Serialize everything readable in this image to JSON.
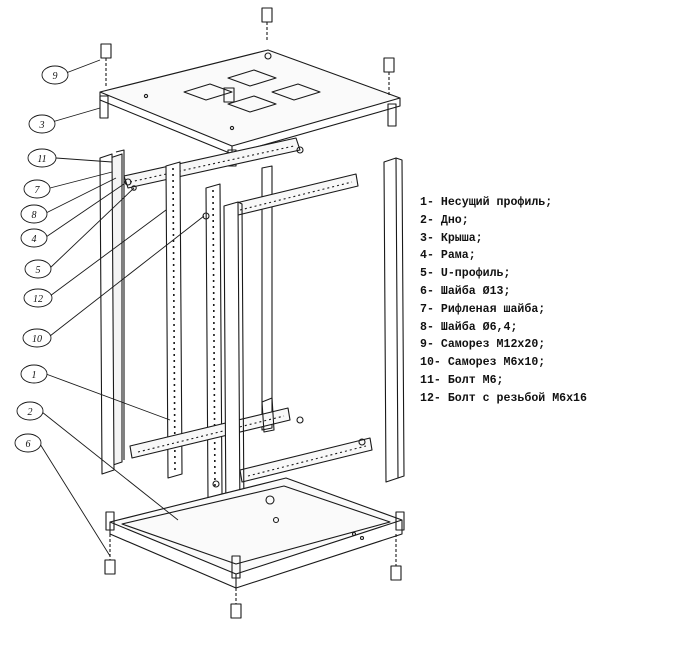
{
  "legend": [
    "1- Несущий профиль;",
    "2- Дно;",
    "3- Крыша;",
    "4- Рама;",
    "5- U-профиль;",
    "6- Шайба Ø13;",
    "7- Рифленая шайба;",
    "8- Шайба Ø6,4;",
    "9- Саморез М12х20;",
    "10- Саморез М6х10;",
    "11- Болт М6;",
    "12- Болт с резьбой М6х16"
  ],
  "callouts": [
    "9",
    "3",
    "11",
    "7",
    "8",
    "4",
    "5",
    "12",
    "10",
    "1",
    "2",
    "6"
  ]
}
